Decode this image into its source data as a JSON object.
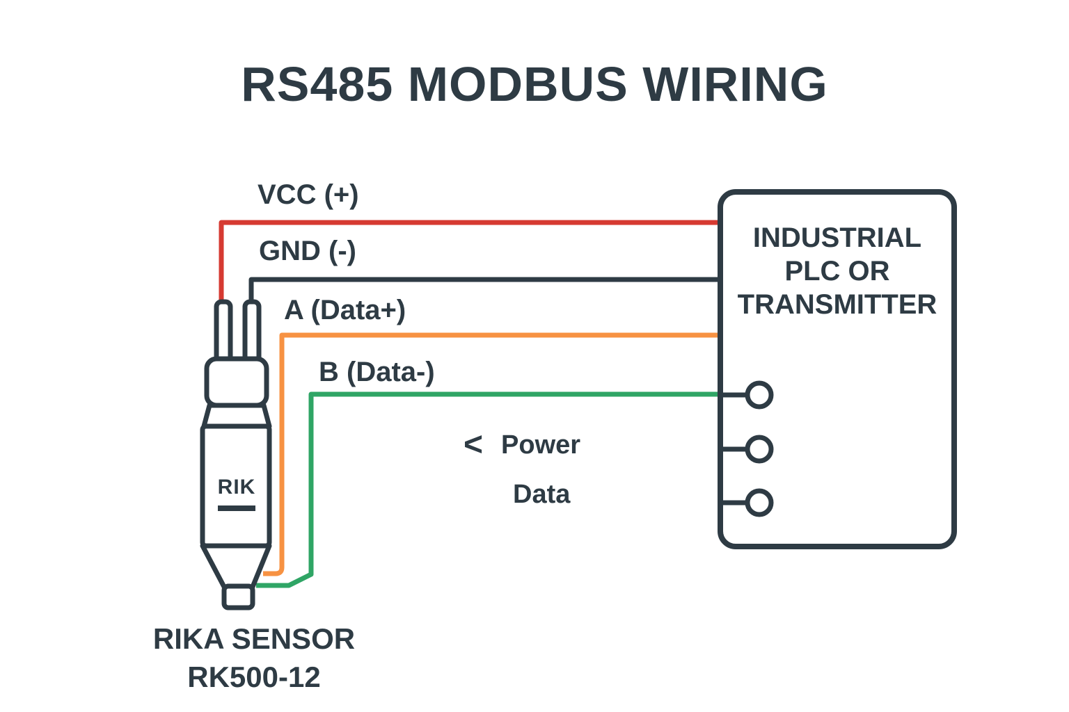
{
  "title": "RS485 MODBUS WIRING",
  "colors": {
    "ink": "#2e3b44",
    "vcc_red": "#d63a31",
    "gnd_black": "#2e3b44",
    "data_a_orange": "#f79242",
    "data_b_green": "#2fa565",
    "background": "#ffffff"
  },
  "wires": [
    {
      "id": "vcc",
      "label": "VCC (+)",
      "color": "#d63a31"
    },
    {
      "id": "gnd",
      "label": "GND (-)",
      "color": "#2e3b44"
    },
    {
      "id": "data_a",
      "label": "A (Data+)",
      "color": "#f79242"
    },
    {
      "id": "data_b",
      "label": "B (Data-)",
      "color": "#2fa565"
    }
  ],
  "device": {
    "line1": "INDUSTRIAL",
    "line2": "PLC OR",
    "line3": "TRANSMITTER",
    "terminal_count": 3
  },
  "sensor": {
    "logo": "RIK",
    "caption_line1": "RIKA SENSOR",
    "caption_line2": "RK500-12"
  },
  "legend": {
    "chevron": "<",
    "power_label": "Power",
    "data_label": "Data"
  }
}
